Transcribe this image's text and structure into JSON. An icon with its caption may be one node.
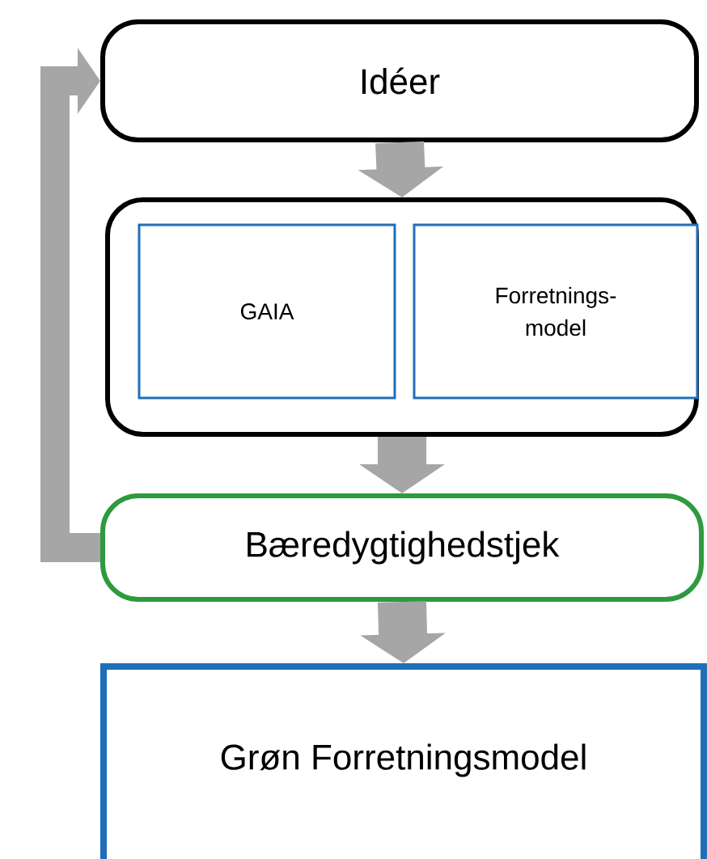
{
  "diagram": {
    "nodes": [
      {
        "text": [
          "Idéer"
        ]
      },
      {
        "text": [],
        "shape": "box"
      },
      {
        "text": [
          "GAIA"
        ],
        "in": 1
      },
      {
        "text": [
          "Forretnings- model"
        ],
        "in": 1
      },
      {
        "text": [
          "Bæredygtighedstjek"
        ]
      },
      {
        "text": [
          "Grøn Forretningsmodel"
        ]
      }
    ],
    "edges": [
      {
        "from": 0,
        "to": 1,
        "arrow": "to"
      },
      {
        "from": 1,
        "to": 4,
        "arrow": "to"
      },
      {
        "from": 4,
        "to": 5,
        "arrow": "to"
      },
      {
        "from": 4,
        "to": 0,
        "arrow": "to"
      }
    ]
  }
}
